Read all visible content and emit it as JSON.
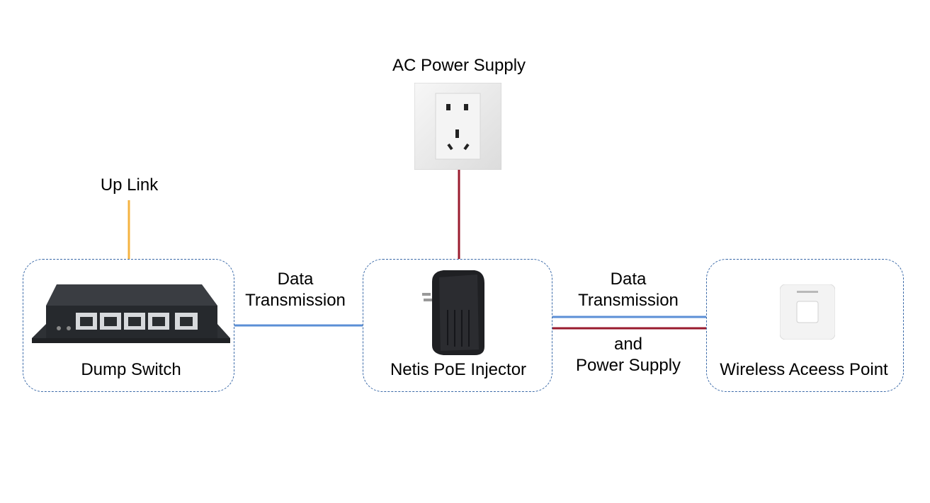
{
  "labels": {
    "ac_power": "AC Power Supply",
    "up_link": "Up Link",
    "data_left_1": "Data",
    "data_left_2": "Transmission",
    "data_right_1": "Data",
    "data_right_2": "Transmission",
    "power_right_1": "and",
    "power_right_2": "Power Supply",
    "switch": "Dump Switch",
    "injector": "Netis PoE Injector",
    "ap": "Wireless Aceess Point"
  },
  "colors": {
    "data_line": "#5b8fd6",
    "power_line": "#9a1b2e",
    "uplink_line": "#f5b342",
    "box_border": "#3b6aa8"
  },
  "icons": {
    "outlet": "wall-socket-icon",
    "switch": "network-switch-icon",
    "injector": "poe-adapter-icon",
    "ap": "access-point-icon"
  }
}
